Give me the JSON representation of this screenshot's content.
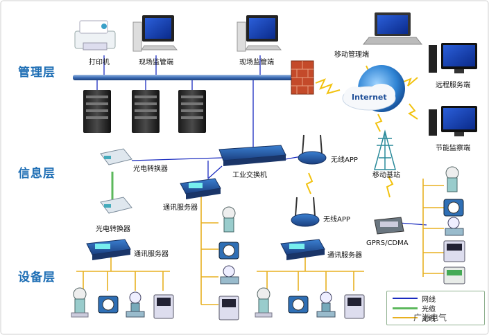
{
  "layers": {
    "management": "管理层",
    "information": "信息层",
    "equipment": "设备层"
  },
  "labels": {
    "printer": "打印机",
    "site_monitor_1": "现场监管端",
    "site_monitor_2": "现场监管端",
    "mobile_manager": "移动管理端",
    "internet": "Internet",
    "remote_server": "远程服务端",
    "energy_monitor": "节能监察端",
    "photoelectric_1": "光电转换器",
    "photoelectric_2": "光电转换器",
    "switch": "工业交换机",
    "wireless_app_1": "无线APP",
    "wireless_app_2": "无线APP",
    "mobile_base": "移动基站",
    "comm_server_1": "通讯服务器",
    "comm_server_2": "通讯服务器",
    "comm_server_3": "通讯服务器",
    "gprs": "GPRS/CDMA"
  },
  "legend": {
    "network": "网线",
    "fiber": "光缆",
    "wireless": "无线"
  },
  "watermark": "广洲电气",
  "colors": {
    "network": "#1a2bbf",
    "fiber": "#5cb85c",
    "bus": "#e8b020",
    "layer_title": "#1f6fb5"
  }
}
